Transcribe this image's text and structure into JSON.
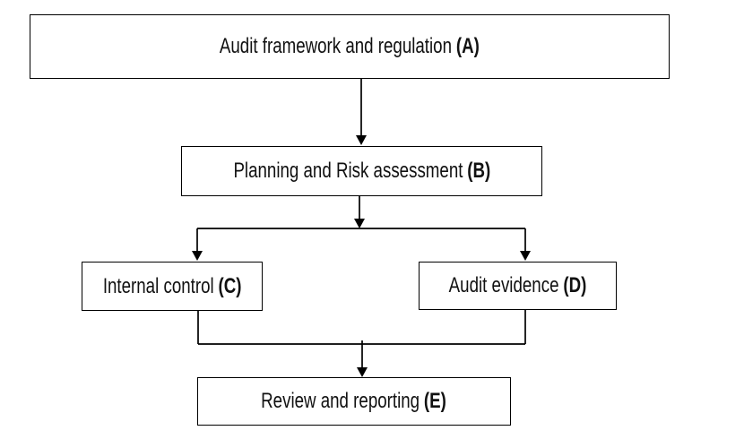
{
  "diagram": {
    "type": "flowchart",
    "background_color": "#ffffff",
    "line_color": "#000000",
    "text_color": "#111111",
    "nodes": {
      "A": {
        "label": "Audit framework and regulation",
        "code": "(A)"
      },
      "B": {
        "label": "Planning and Risk assessment",
        "code": "(B)"
      },
      "C": {
        "label": "Internal control",
        "code": "(C)"
      },
      "D": {
        "label": "Audit evidence",
        "code": "(D)"
      },
      "E": {
        "label": "Review and reporting",
        "code": "(E)"
      }
    },
    "edges": [
      {
        "from": "A",
        "to": "B"
      },
      {
        "from": "B",
        "to": "C"
      },
      {
        "from": "B",
        "to": "D"
      },
      {
        "from": "C",
        "to": "E"
      },
      {
        "from": "D",
        "to": "E"
      }
    ]
  }
}
